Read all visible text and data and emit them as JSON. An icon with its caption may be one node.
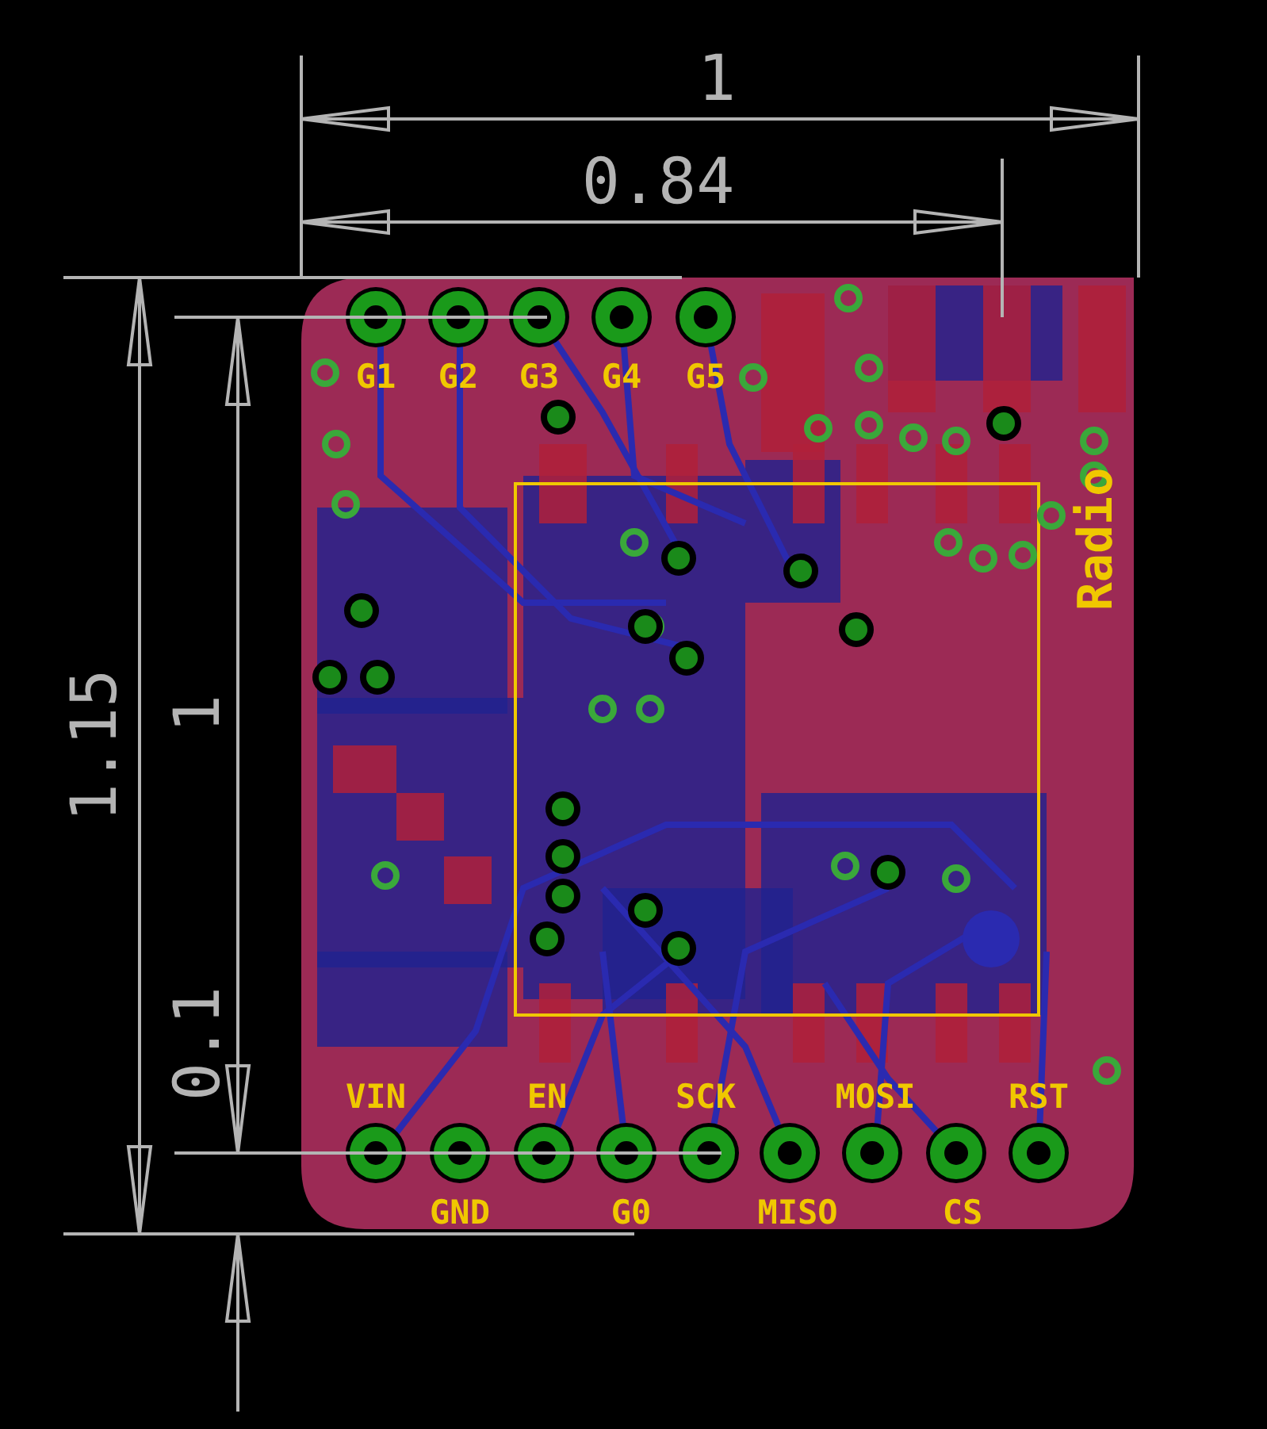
{
  "diagram": {
    "labels": [
      "1",
      "0.84",
      "1.15",
      "1",
      "0.1",
      "G1",
      "G2",
      "G3",
      "G4",
      "G5",
      "Radio",
      "VIN",
      "EN",
      "SCK",
      "MOSI",
      "RST",
      "GND",
      "G0",
      "MISO",
      "CS"
    ]
  }
}
